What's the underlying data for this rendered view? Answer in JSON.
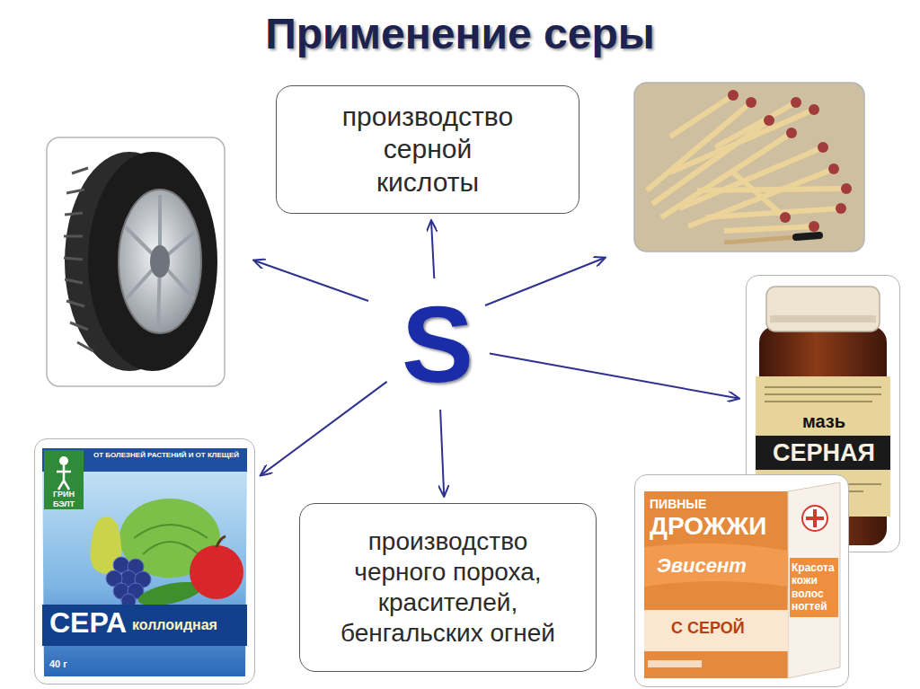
{
  "diagram": {
    "title": "Применение серы",
    "nodes": [
      {
        "text": [
          "S"
        ]
      },
      {
        "text": [
          "производство серной кислоты"
        ]
      },
      {
        "text": [
          "производство черного пороха, красителей, бенгальских огней"
        ]
      },
      {
        "text": [
          "ГРИН БЭЛТ",
          "ОТ БОЛЕЗНЕЙ РАСТЕНИЙ И ОТ КЛЕЩЕЙ",
          "СЕРА",
          "коллоидная",
          "40 г"
        ]
      },
      {
        "text": [
          "мазь",
          "СЕРНАЯ"
        ]
      },
      {
        "text": [
          "ПИВНЫЕ",
          "ДРОЖЖИ",
          "Эвисент",
          "Красота кожи волос ногтей",
          "С СЕРОЙ"
        ]
      }
    ],
    "edges": [
      {
        "from": 0,
        "to": 1,
        "arrow": "to"
      },
      {
        "from": 0,
        "to": 2,
        "arrow": "to"
      },
      {
        "from": 0,
        "to": 3,
        "arrow": "to"
      },
      {
        "from": 0,
        "to": 4,
        "arrow": "to"
      }
    ]
  }
}
